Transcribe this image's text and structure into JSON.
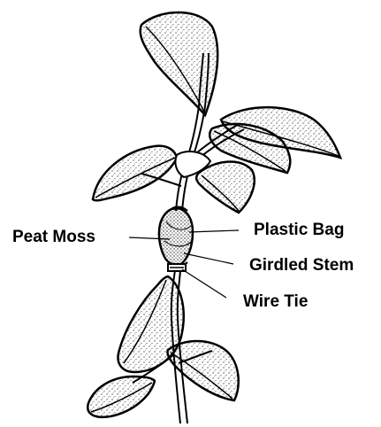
{
  "labels": {
    "peat_moss": "Peat Moss",
    "plastic_bag": "Plastic Bag",
    "girdled_stem": "Girdled Stem",
    "wire_tie": "Wire Tie"
  },
  "colors": {
    "ink": "#000000",
    "leaf_fill": "#ffffff",
    "stipple": "#1a1a1a"
  }
}
